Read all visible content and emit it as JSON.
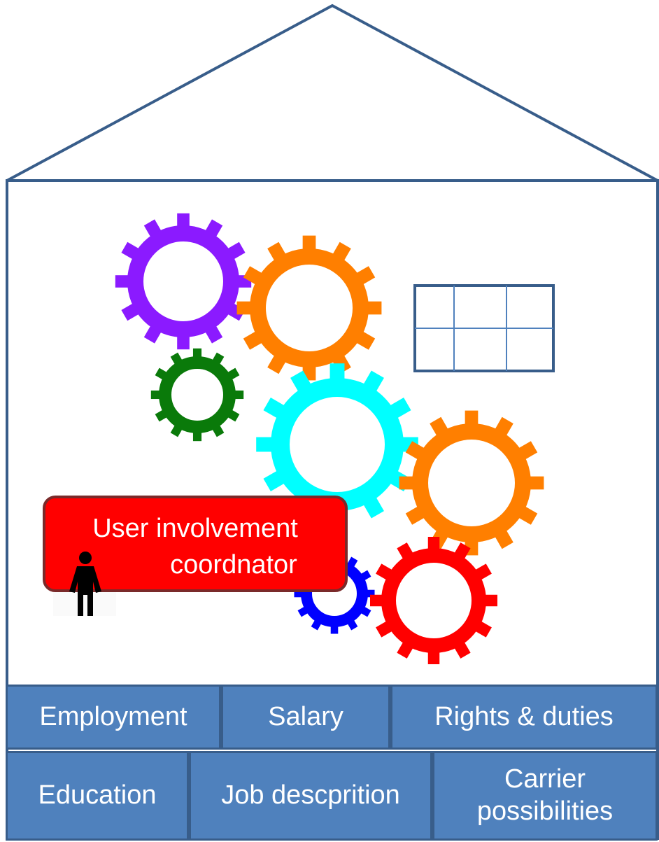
{
  "coordinator": {
    "line1": "User involvement",
    "line2": "coordnator"
  },
  "foundation": {
    "row1": [
      "Employment",
      "Salary",
      "Rights & duties"
    ],
    "row2": [
      "Education",
      "Job descprition",
      "Carrier possibilities"
    ]
  },
  "gears": [
    {
      "name": "gear-purple",
      "color": "#8b1aff"
    },
    {
      "name": "gear-orange-top",
      "color": "#ff7f00"
    },
    {
      "name": "gear-green",
      "color": "#0a7a0a"
    },
    {
      "name": "gear-cyan",
      "color": "#00ffff"
    },
    {
      "name": "gear-orange-right",
      "color": "#ff7f00"
    },
    {
      "name": "gear-blue",
      "color": "#0000ff"
    },
    {
      "name": "gear-red",
      "color": "#ff0000"
    }
  ],
  "colors": {
    "outline": "#385d8a",
    "block": "#4f81bd",
    "coordinator": "#ff0000"
  }
}
